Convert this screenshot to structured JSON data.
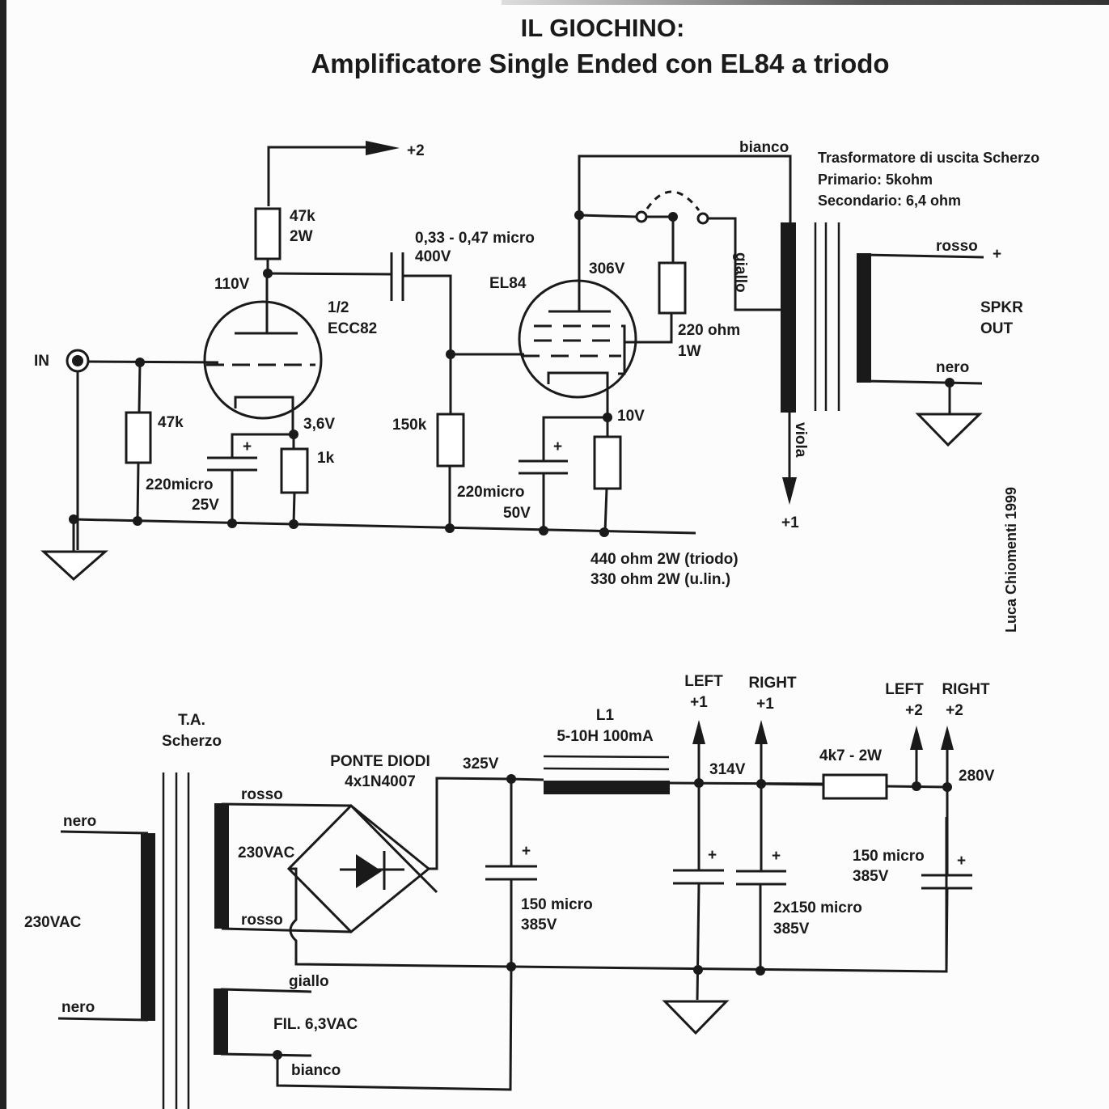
{
  "title": {
    "line1": "IL GIOCHINO:",
    "line2": "Amplificatore Single Ended con EL84 a triodo"
  },
  "amplifier": {
    "input_label": "IN",
    "supply_plus2": "+2",
    "plate_resistor": {
      "value": "47k",
      "power": "2W"
    },
    "plate_voltage_ecc82": "110V",
    "ecc82": {
      "fraction": "1/2",
      "name": "ECC82"
    },
    "grid_resistor": "47k",
    "cathode_voltage_ecc82": "3,6V",
    "cathode_resistor_ecc82": "1k",
    "cathode_cap_ecc82": {
      "value": "220micro",
      "voltage": "25V",
      "polarity": "+"
    },
    "coupling_cap": {
      "value": "0,33 - 0,47 micro",
      "voltage": "400V"
    },
    "el84_grid_resistor": "150k",
    "el84": {
      "name": "EL84"
    },
    "plate_voltage_el84": "306V",
    "screen_resistor": {
      "value": "220 ohm",
      "power": "1W"
    },
    "cathode_voltage_el84": "10V",
    "cathode_cap_el84": {
      "value": "220micro",
      "voltage": "50V",
      "polarity": "+"
    },
    "cathode_resistor_el84": {
      "triode": "440 ohm 2W (triodo)",
      "ultralinear": "330 ohm 2W (u.lin.)"
    },
    "output_transformer": {
      "title": "Trasformatore di uscita Scherzo",
      "primary": "Primario: 5kohm",
      "secondary": "Secondario: 6,4 ohm",
      "wire_top": "bianco",
      "wire_tap": "giallo",
      "wire_bottom": "viola",
      "supply_plus1": "+1"
    },
    "speaker_out": {
      "line1": "SPKR",
      "line2": "OUT",
      "wire_plus": "rosso",
      "plus_sign": "+",
      "wire_minus": "nero"
    },
    "author": "Luca Chiomenti 1999"
  },
  "power_supply": {
    "mains_transformer": {
      "line1": "T.A.",
      "line2": "Scherzo"
    },
    "primary": {
      "voltage": "230VAC",
      "wire_top": "nero",
      "wire_bottom": "nero"
    },
    "secondary_ht": {
      "voltage": "230VAC",
      "wire_top": "rosso",
      "wire_bottom": "rosso"
    },
    "secondary_fil": {
      "voltage": "FIL. 6,3VAC",
      "wire_top": "giallo",
      "wire_bottom": "bianco"
    },
    "bridge": {
      "line1": "PONTE DIODI",
      "line2": "4x1N4007"
    },
    "v_rectified": "325V",
    "cap1": {
      "value": "150 micro",
      "voltage": "385V",
      "polarity": "+"
    },
    "choke": {
      "name": "L1",
      "spec": "5-10H 100mA"
    },
    "v_after_choke": "314V",
    "out_left_1": {
      "side": "LEFT",
      "rail": "+1"
    },
    "out_right_1": {
      "side": "RIGHT",
      "rail": "+1"
    },
    "cap2": {
      "value": "2x150 micro",
      "voltage": "385V",
      "polarity": "+"
    },
    "dropping_resistor": "4k7 - 2W",
    "v_final": "280V",
    "out_left_2": {
      "side": "LEFT",
      "rail": "+2"
    },
    "out_right_2": {
      "side": "RIGHT",
      "rail": "+2"
    },
    "cap3": {
      "value": "150 micro",
      "voltage": "385V",
      "polarity": "+"
    }
  }
}
